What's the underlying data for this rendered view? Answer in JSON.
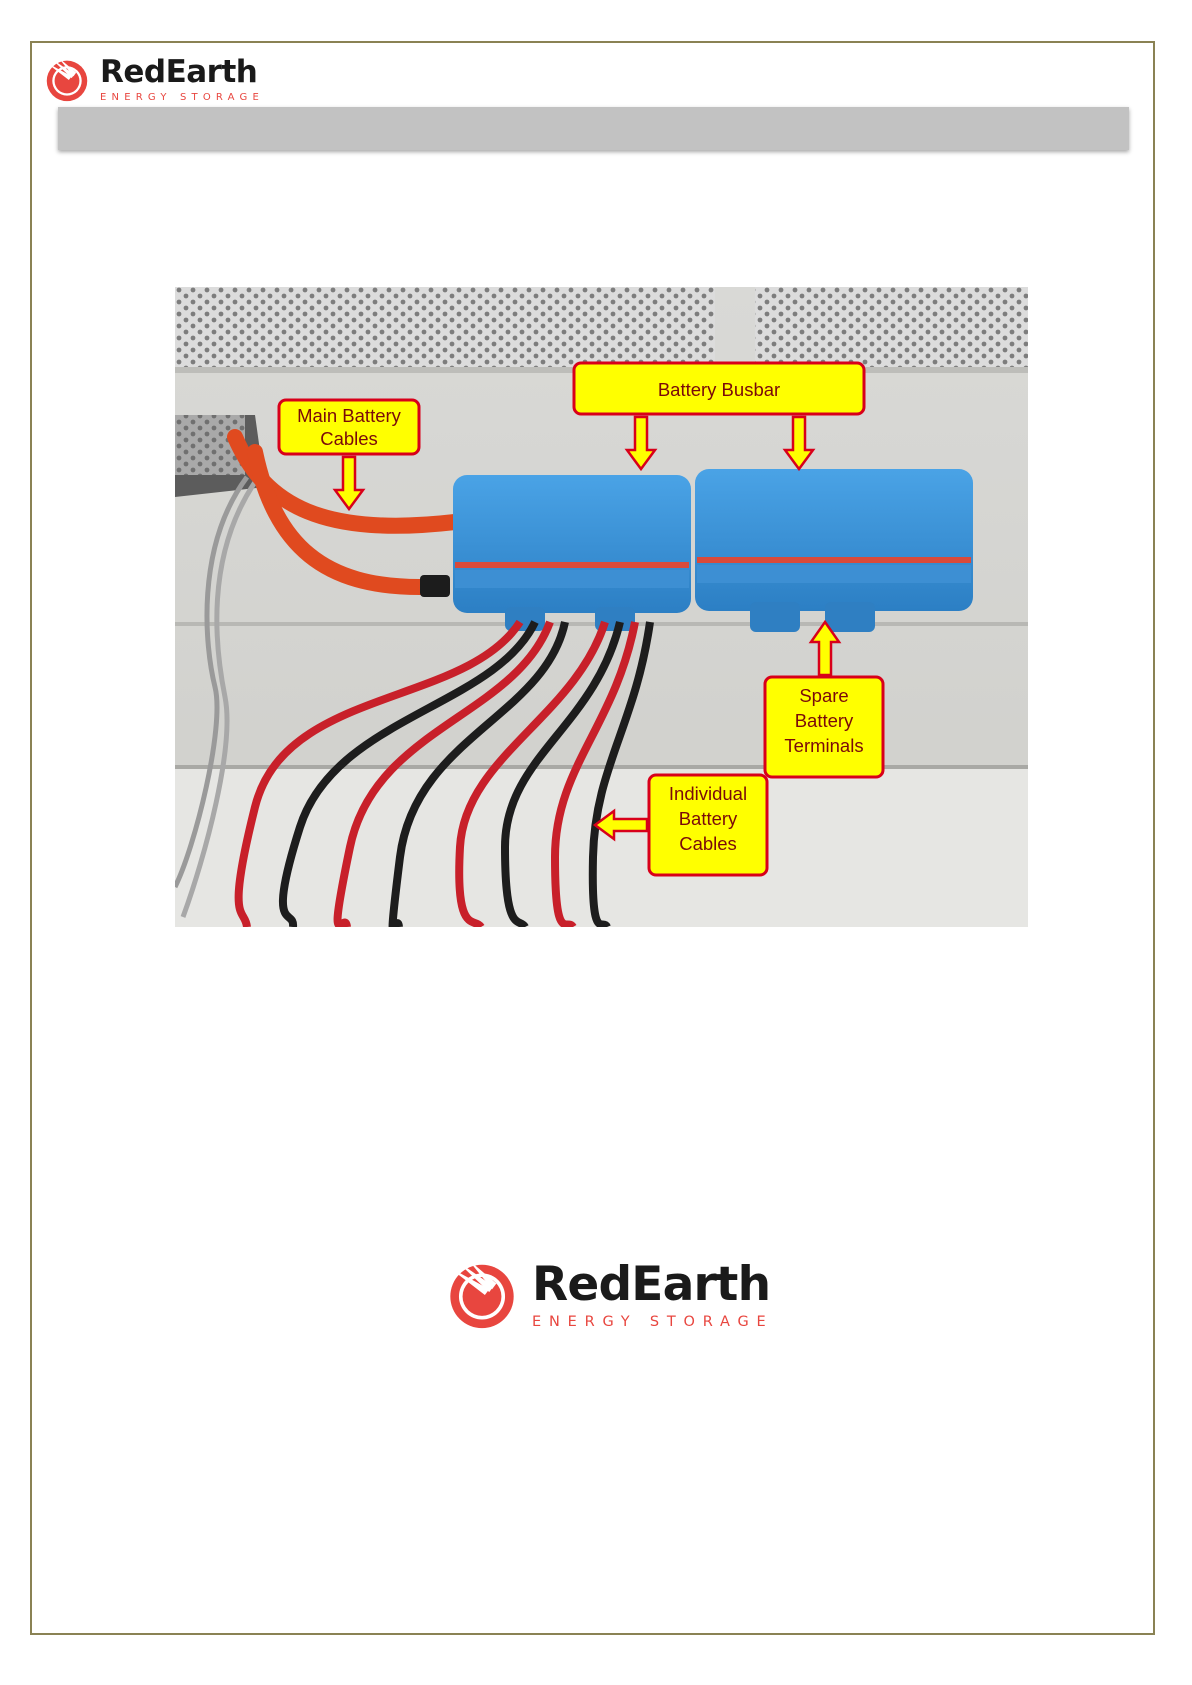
{
  "logo": {
    "brand": "RedEarth",
    "tagline": "ENERGY STORAGE"
  },
  "callouts": {
    "main_battery_cables": [
      "Main Battery",
      "Cables"
    ],
    "battery_busbar": [
      "Battery Busbar"
    ],
    "spare_battery_terminals": [
      "Spare",
      "Battery",
      "Terminals"
    ],
    "individual_battery_cables": [
      "Individual",
      "Battery",
      "Cables"
    ]
  },
  "colors": {
    "brand_red": "#e8463f",
    "callout_fill": "#ffff00",
    "callout_border": "#d8001a",
    "page_border": "#8a8254"
  }
}
